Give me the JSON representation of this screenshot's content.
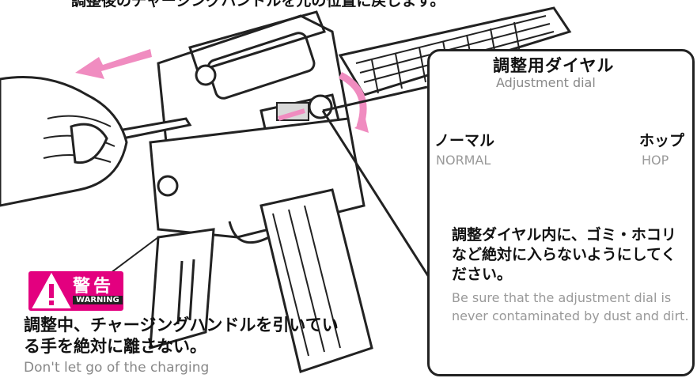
{
  "header_fragment": "調整後のチャージングハンドルを元の位置に戻します。",
  "callout": {
    "title_jp": "調整用ダイヤル",
    "title_en": "Adjustment dial",
    "normal_jp": "ノーマル",
    "normal_en": "NORMAL",
    "hop_jp": "ホップ",
    "hop_en": "HOP",
    "note_jp": "調整ダイヤル内に、ゴミ・ホコリなど絶対に入らないようにしてください。",
    "note_en": "Be sure that the adjustment dial is never contaminated by dust and dirt."
  },
  "warning": {
    "badge_jp": "警告",
    "badge_en": "WARNING",
    "text_jp": "調整中、チャージングハンドルを引いている手を絶対に離さない。",
    "text_en": "Don't let go of the charging"
  },
  "colors": {
    "accent": "#e3007f",
    "arrow": "#f08cc0",
    "line": "#222222",
    "caption": "#999999"
  }
}
